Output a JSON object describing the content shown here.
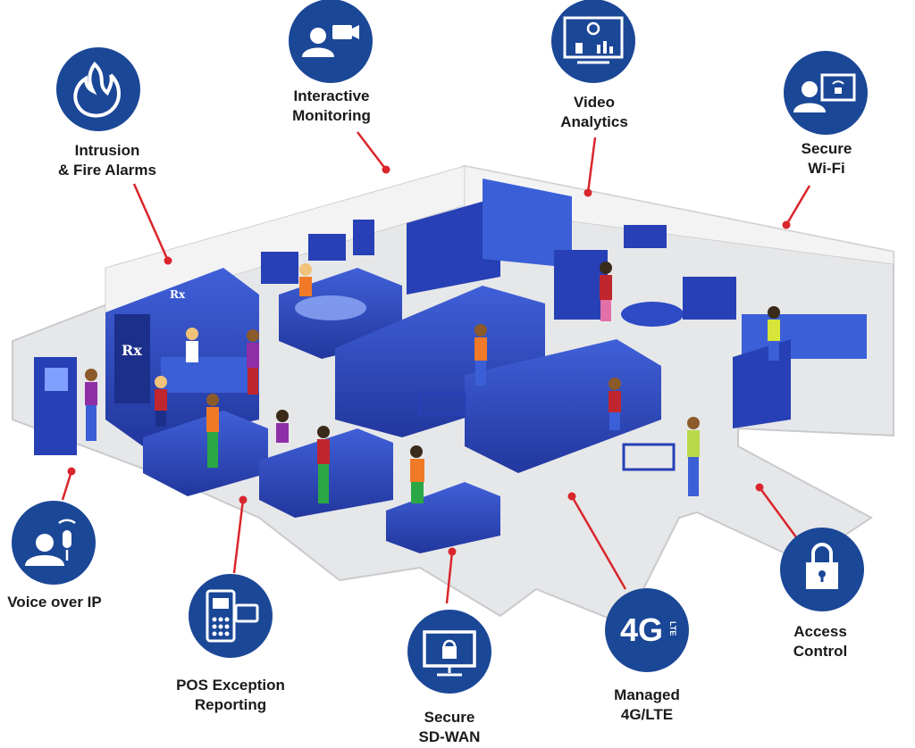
{
  "features": [
    {
      "id": "intrusion-fire-alarms",
      "lines": [
        "Intrusion",
        "& Fire Alarms"
      ],
      "icon": "flame-icon"
    },
    {
      "id": "interactive-monitoring",
      "lines": [
        "Interactive",
        "Monitoring"
      ],
      "icon": "video-call-icon"
    },
    {
      "id": "video-analytics",
      "lines": [
        "Video",
        "Analytics"
      ],
      "icon": "analytics-monitor-icon"
    },
    {
      "id": "secure-wifi",
      "lines": [
        "Secure",
        "Wi-Fi"
      ],
      "icon": "wifi-lock-user-icon"
    },
    {
      "id": "voice-over-ip",
      "lines": [
        "Voice over IP"
      ],
      "icon": "voip-headset-icon"
    },
    {
      "id": "pos-exception-reporting",
      "lines": [
        "POS Exception",
        "Reporting"
      ],
      "icon": "pos-terminal-icon"
    },
    {
      "id": "secure-sd-wan",
      "lines": [
        "Secure",
        "SD-WAN"
      ],
      "icon": "monitor-lock-icon"
    },
    {
      "id": "managed-4g-lte",
      "lines": [
        "Managed",
        "4G/LTE"
      ],
      "icon": "4g-lte-icon"
    },
    {
      "id": "access-control",
      "lines": [
        "Access",
        "Control"
      ],
      "icon": "padlock-icon"
    }
  ],
  "icon_text": {
    "fourg": "4G",
    "lte": "LTE"
  },
  "store_signs": {
    "pharmacy": "Rx"
  },
  "colors": {
    "icon_circle": "#1b4797",
    "floor": "#e6e7e9",
    "fixture_blue": "#2740b5",
    "fixture_light": "#3b5fd6",
    "callout_dot": "#d9262c"
  }
}
